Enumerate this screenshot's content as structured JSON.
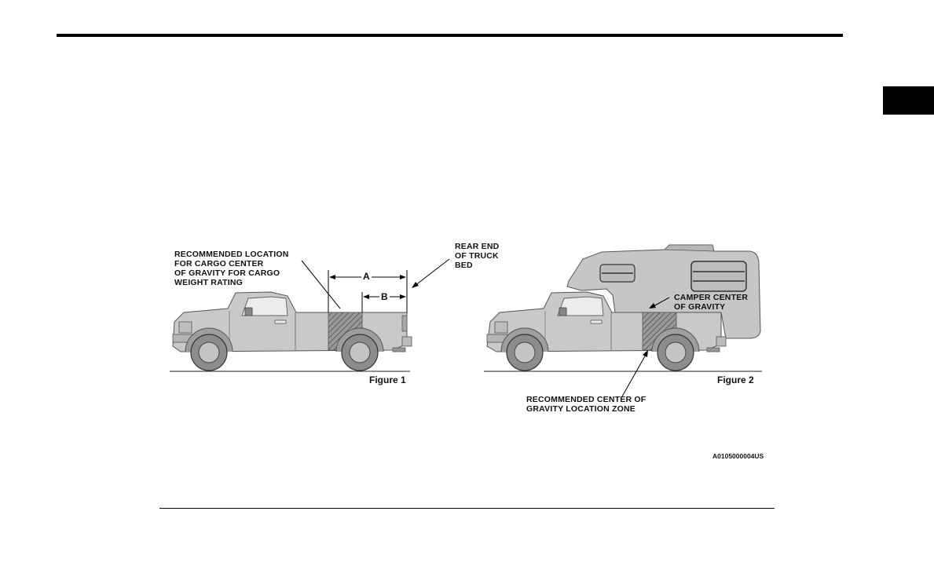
{
  "figure1": {
    "cargo_label": "RECOMMENDED LOCATION\nFOR CARGO CENTER\nOF GRAVITY FOR CARGO\nWEIGHT RATING",
    "rear_label": "REAR END\nOF TRUCK\nBED",
    "dim_a": "A",
    "dim_b": "B",
    "caption": "Figure 1"
  },
  "figure2": {
    "camper_label": "CAMPER CENTER\nOF GRAVITY",
    "zone_label": "RECOMMENDED CENTER OF\nGRAVITY LOCATION ZONE",
    "caption": "Figure 2"
  },
  "image_code": "A0105000004US"
}
